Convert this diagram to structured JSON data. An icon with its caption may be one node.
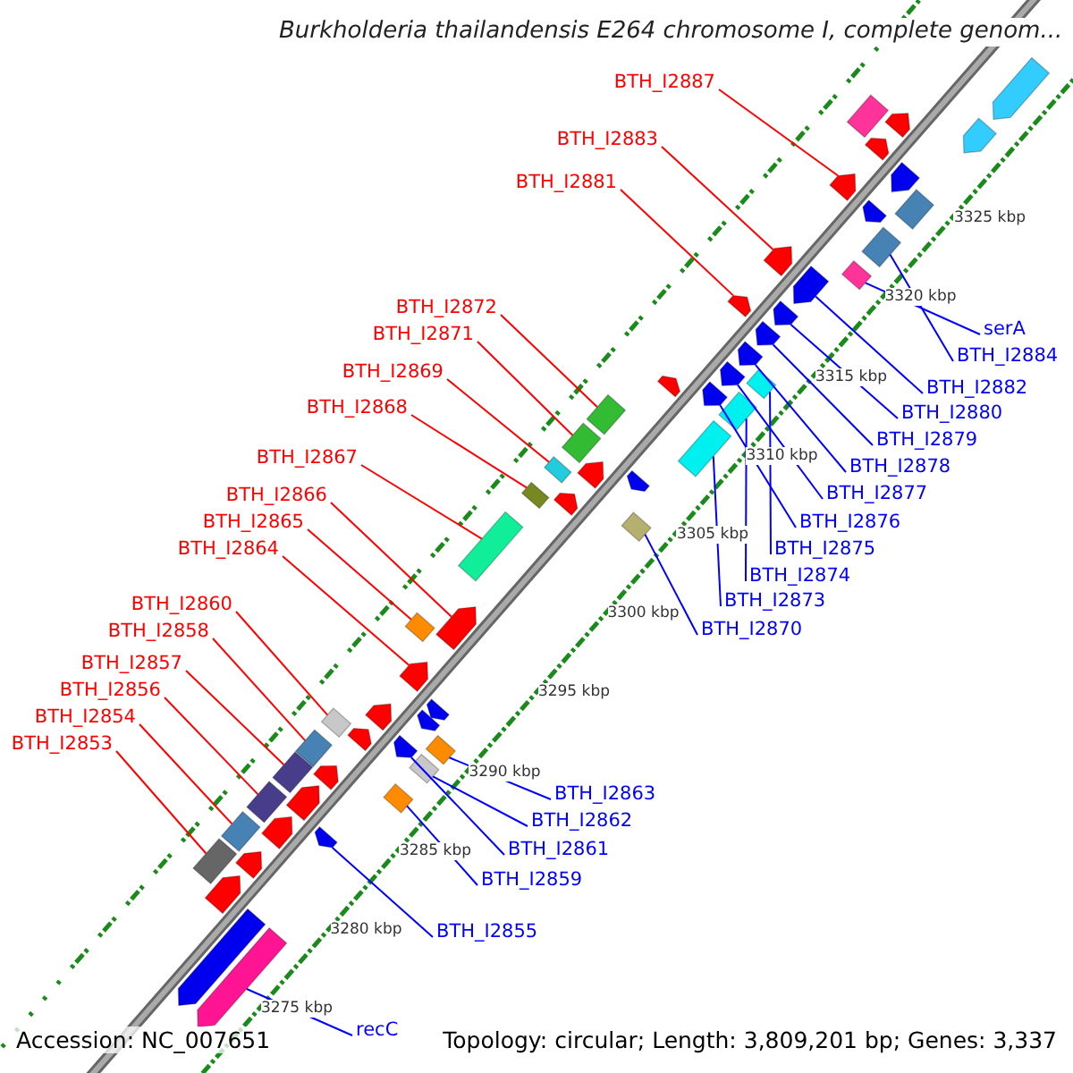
{
  "diagram": {
    "title": "Burkholderia thailandensis E264 chromosome I, complete genom...",
    "nodes": [
      {
        "text": [
          "BTH_I2887"
        ]
      },
      {
        "text": [
          "BTH_I2883"
        ]
      },
      {
        "text": [
          "BTH_I2881"
        ]
      },
      {
        "text": [
          "BTH_I2872"
        ]
      },
      {
        "text": [
          "BTH_I2871"
        ]
      },
      {
        "text": [
          "BTH_I2869"
        ]
      },
      {
        "text": [
          "BTH_I2868"
        ]
      },
      {
        "text": [
          "BTH_I2867"
        ]
      },
      {
        "text": [
          "BTH_I2866"
        ]
      },
      {
        "text": [
          "BTH_I2865"
        ]
      },
      {
        "text": [
          "BTH_I2864"
        ]
      },
      {
        "text": [
          "BTH_I2860"
        ]
      },
      {
        "text": [
          "BTH_I2858"
        ]
      },
      {
        "text": [
          "BTH_I2857"
        ]
      },
      {
        "text": [
          "BTH_I2856"
        ]
      },
      {
        "text": [
          "BTH_I2854"
        ]
      },
      {
        "text": [
          "BTH_I2853"
        ]
      },
      {
        "text": [
          "serA"
        ]
      },
      {
        "text": [
          "BTH_I2884"
        ]
      },
      {
        "text": [
          "BTH_I2882"
        ]
      },
      {
        "text": [
          "BTH_I2880"
        ]
      },
      {
        "text": [
          "BTH_I2879"
        ]
      },
      {
        "text": [
          "BTH_I2878"
        ]
      },
      {
        "text": [
          "BTH_I2877"
        ]
      },
      {
        "text": [
          "BTH_I2876"
        ]
      },
      {
        "text": [
          "BTH_I2875"
        ]
      },
      {
        "text": [
          "BTH_I2874"
        ]
      },
      {
        "text": [
          "BTH_I2873"
        ]
      },
      {
        "text": [
          "BTH_I2870"
        ]
      },
      {
        "text": [
          "BTH_I2863"
        ]
      },
      {
        "text": [
          "BTH_I2862"
        ]
      },
      {
        "text": [
          "BTH_I2861"
        ]
      },
      {
        "text": [
          "BTH_I2859"
        ]
      },
      {
        "text": [
          "BTH_I2855"
        ]
      },
      {
        "text": [
          "recC"
        ]
      },
      {
        "text": [],
        "shape": "pentagon"
      },
      {
        "text": [],
        "shape": "pentagon"
      },
      {
        "text": [],
        "shape": "pentagon"
      },
      {
        "text": [],
        "shape": "box"
      },
      {
        "text": [],
        "shape": "box"
      },
      {
        "text": [],
        "shape": "box"
      },
      {
        "text": [],
        "shape": "box"
      },
      {
        "text": [],
        "shape": "box"
      },
      {
        "text": [],
        "shape": "pentagon"
      },
      {
        "text": [],
        "shape": "box"
      },
      {
        "text": [],
        "shape": "pentagon"
      },
      {
        "text": [],
        "shape": "box"
      },
      {
        "text": [],
        "shape": "box"
      },
      {
        "text": [],
        "shape": "box"
      },
      {
        "text": [],
        "shape": "box"
      },
      {
        "text": [],
        "shape": "box"
      },
      {
        "text": [],
        "shape": "box"
      },
      {
        "text": [],
        "shape": "box"
      },
      {
        "text": [],
        "shape": "box"
      },
      {
        "text": [],
        "shape": "pentagon"
      },
      {
        "text": [],
        "shape": "pentagon"
      },
      {
        "text": [],
        "shape": "pentagon"
      },
      {
        "text": [],
        "shape": "pentagon"
      },
      {
        "text": [],
        "shape": "pentagon"
      },
      {
        "text": [],
        "shape": "pentagon"
      },
      {
        "text": [],
        "shape": "box"
      },
      {
        "text": [],
        "shape": "box"
      },
      {
        "text": [],
        "shape": "box"
      },
      {
        "text": [],
        "shape": "box"
      },
      {
        "text": [],
        "shape": "box"
      },
      {
        "text": [],
        "shape": "box"
      },
      {
        "text": [],
        "shape": "pentagon"
      },
      {
        "text": [],
        "shape": "box"
      },
      {
        "text": [],
        "shape": "pentagon"
      },
      {
        "text": [],
        "shape": "pentagon"
      },
      {
        "text": [],
        "shape": "pentagon"
      },
      {
        "text": [],
        "shape": "pentagon"
      },
      {
        "text": [],
        "shape": "box"
      },
      {
        "text": [],
        "shape": "pentagon"
      },
      {
        "text": [],
        "shape": "pentagon"
      },
      {
        "text": [],
        "shape": "pentagon"
      },
      {
        "text": [],
        "shape": "pentagon"
      },
      {
        "text": [],
        "shape": "pentagon"
      },
      {
        "text": [],
        "shape": "pentagon"
      },
      {
        "text": [],
        "shape": "pentagon"
      },
      {
        "text": [],
        "shape": "pentagon"
      },
      {
        "text": [],
        "shape": "pentagon"
      },
      {
        "text": [],
        "shape": "pentagon"
      },
      {
        "text": [],
        "shape": "pentagon"
      },
      {
        "text": [],
        "shape": "pentagon"
      },
      {
        "text": [],
        "shape": "pentagon"
      },
      {
        "text": [],
        "shape": "box"
      },
      {
        "text": [],
        "shape": "pentagon"
      },
      {
        "text": [],
        "shape": "pentagon"
      },
      {
        "text": [],
        "shape": "pentagon"
      },
      {
        "text": [],
        "shape": "pentagon"
      },
      {
        "text": [],
        "shape": "pentagon"
      }
    ],
    "edges": [
      {
        "from": 0,
        "to": 35,
        "arrow": "none",
        "color": "#ff0000"
      },
      {
        "from": 1,
        "to": 36,
        "arrow": "none",
        "color": "#ff0000"
      },
      {
        "from": 2,
        "to": 37,
        "arrow": "none",
        "color": "#ff0000"
      },
      {
        "from": 3,
        "to": 38,
        "arrow": "none",
        "color": "#ff0000"
      },
      {
        "from": 4,
        "to": 39,
        "arrow": "none",
        "color": "#ff0000"
      },
      {
        "from": 5,
        "to": 40,
        "arrow": "none",
        "color": "#ff0000"
      },
      {
        "from": 6,
        "to": 41,
        "arrow": "none",
        "color": "#ff0000"
      },
      {
        "from": 7,
        "to": 42,
        "arrow": "none",
        "color": "#ff0000"
      },
      {
        "from": 8,
        "to": 43,
        "arrow": "none",
        "color": "#ff0000"
      },
      {
        "from": 9,
        "to": 44,
        "arrow": "none",
        "color": "#ff0000"
      },
      {
        "from": 10,
        "to": 45,
        "arrow": "none",
        "color": "#ff0000"
      },
      {
        "from": 11,
        "to": 46,
        "arrow": "none",
        "color": "#ff0000"
      },
      {
        "from": 12,
        "to": 47,
        "arrow": "none",
        "color": "#ff0000"
      },
      {
        "from": 13,
        "to": 48,
        "arrow": "none",
        "color": "#ff0000"
      },
      {
        "from": 14,
        "to": 49,
        "arrow": "none",
        "color": "#ff0000"
      },
      {
        "from": 15,
        "to": 50,
        "arrow": "none",
        "color": "#ff0000"
      },
      {
        "from": 16,
        "to": 51,
        "arrow": "none",
        "color": "#ff0000"
      },
      {
        "from": 17,
        "to": 52,
        "arrow": "none",
        "color": "#0000ff"
      },
      {
        "from": 18,
        "to": 53,
        "arrow": "none",
        "color": "#0000ff"
      },
      {
        "from": 19,
        "to": 54,
        "arrow": "none",
        "color": "#0000ff"
      },
      {
        "from": 20,
        "to": 55,
        "arrow": "none",
        "color": "#0000ff"
      },
      {
        "from": 21,
        "to": 56,
        "arrow": "none",
        "color": "#0000ff"
      },
      {
        "from": 22,
        "to": 57,
        "arrow": "none",
        "color": "#0000ff"
      },
      {
        "from": 23,
        "to": 58,
        "arrow": "none",
        "color": "#0000ff"
      },
      {
        "from": 24,
        "to": 59,
        "arrow": "none",
        "color": "#0000ff"
      },
      {
        "from": 25,
        "to": 60,
        "arrow": "none",
        "color": "#0000ff"
      },
      {
        "from": 26,
        "to": 61,
        "arrow": "none",
        "color": "#0000ff"
      },
      {
        "from": 27,
        "to": 62,
        "arrow": "none",
        "color": "#0000ff"
      },
      {
        "from": 28,
        "to": 63,
        "arrow": "none",
        "color": "#0000ff"
      },
      {
        "from": 29,
        "to": 64,
        "arrow": "none",
        "color": "#0000ff"
      },
      {
        "from": 30,
        "to": 65,
        "arrow": "none",
        "color": "#0000ff"
      },
      {
        "from": 31,
        "to": 66,
        "arrow": "none",
        "color": "#0000ff"
      },
      {
        "from": 32,
        "to": 67,
        "arrow": "none",
        "color": "#0000ff"
      },
      {
        "from": 33,
        "to": 68,
        "arrow": "none",
        "color": "#0000ff"
      },
      {
        "from": 34,
        "to": 69,
        "arrow": "none",
        "color": "#0000ff"
      }
    ],
    "labels": [
      "3325 kbp",
      "3320 kbp",
      "3315 kbp",
      "3310 kbp",
      "3305 kbp",
      "3300 kbp",
      "3295 kbp",
      "3290 kbp",
      "3285 kbp",
      "3280 kbp",
      "3275 kbp",
      "Accession: NC_007651",
      "Topology: circular; Length: 3,809,201 bp; Genes: 3,337"
    ]
  }
}
